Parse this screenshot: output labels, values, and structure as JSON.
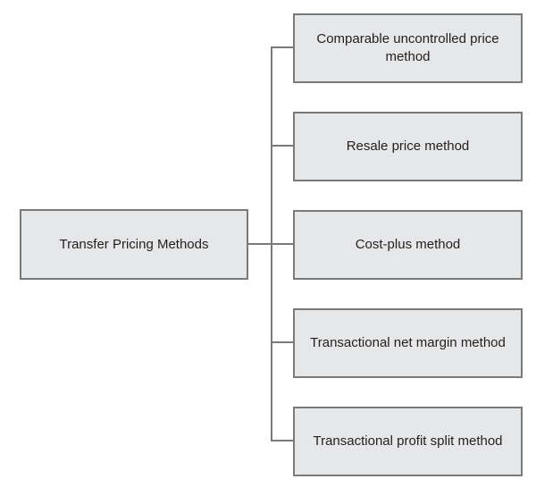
{
  "diagram": {
    "root": {
      "label": "Transfer Pricing Methods"
    },
    "methods": [
      {
        "label": "Comparable uncontrolled price method"
      },
      {
        "label": "Resale price method"
      },
      {
        "label": "Cost-plus method"
      },
      {
        "label": "Transactional net margin method"
      },
      {
        "label": "Transactional profit split method"
      }
    ]
  },
  "colors": {
    "box_fill": "#e6e7e8",
    "box_border": "#7a7a7a",
    "connector": "#7a7a7a",
    "text": "#231f20"
  }
}
